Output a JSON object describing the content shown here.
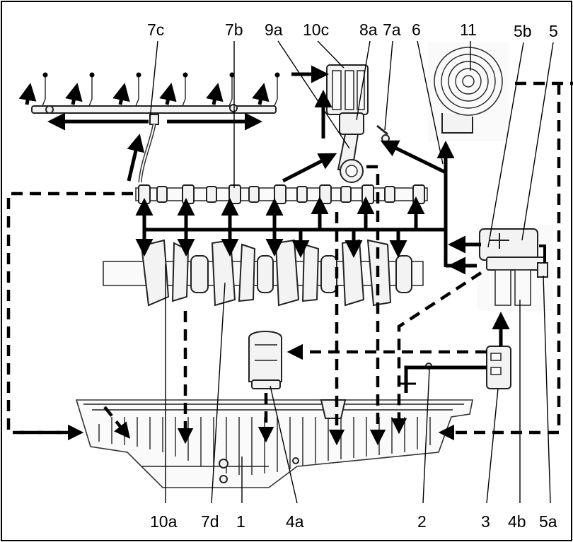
{
  "labels": {
    "l7c": "7c",
    "l7b": "7b",
    "l9a": "9a",
    "l10c": "10c",
    "l8a": "8a",
    "l7a": "7a",
    "l6": "6",
    "l11": "11",
    "l5b": "5b",
    "l5": "5",
    "l10a": "10a",
    "l7d": "7d",
    "l1": "1",
    "l4a": "4a",
    "l2": "2",
    "l3": "3",
    "l4b": "4b",
    "l5a": "5a"
  },
  "colors": {
    "line": "#000000",
    "part_fill": "#f3f3f3",
    "background": "#ffffff"
  }
}
